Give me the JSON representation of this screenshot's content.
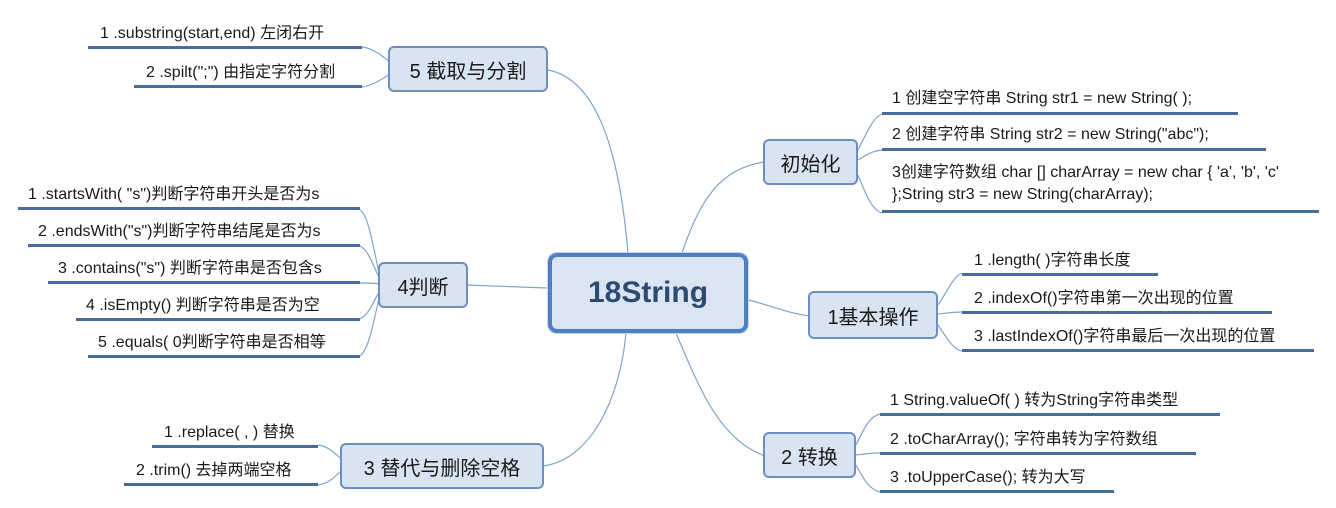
{
  "root": {
    "label": "18String"
  },
  "branches": {
    "init": {
      "label": "初始化",
      "items": [
        "1 创建空字符串 String str1 = new String( );",
        "2 创建字符串 String str2 = new String(\"abc\");",
        "3创建字符数组 char [] charArray = new char { 'a', 'b', 'c'   };String str3 = new String(charArray);"
      ]
    },
    "basic": {
      "label": "1基本操作",
      "items": [
        "1 .length( )字符串长度",
        "2 .indexOf()字符串第一次出现的位置",
        "3 .lastIndexOf()字符串最后一次出现的位置"
      ]
    },
    "convert": {
      "label": "2 转换",
      "items": [
        "1 String.valueOf( ) 转为String字符串类型",
        "2 .toCharArray();  字符串转为字符数组",
        "3 .toUpperCase(); 转为大写"
      ]
    },
    "substr": {
      "label": "5 截取与分割",
      "items": [
        "1 .substring(start,end) 左闭右开",
        "2 .spilt(\";\") 由指定字符分割"
      ]
    },
    "judge": {
      "label": "4判断",
      "items": [
        "1 .startsWith( \"s\")判断字符串开头是否为s",
        "2 .endsWith(\"s\")判断字符串结尾是否为s",
        "3 .contains(\"s\") 判断字符串是否包含s",
        "4 .isEmpty()  判断字符串是否为空",
        "5 .equals( 0判断字符串是否相等"
      ]
    },
    "replace": {
      "label": "3 替代与删除空格",
      "items": [
        "1 .replace( , ) 替换",
        "2 .trim() 去掉两端空格"
      ]
    }
  }
}
